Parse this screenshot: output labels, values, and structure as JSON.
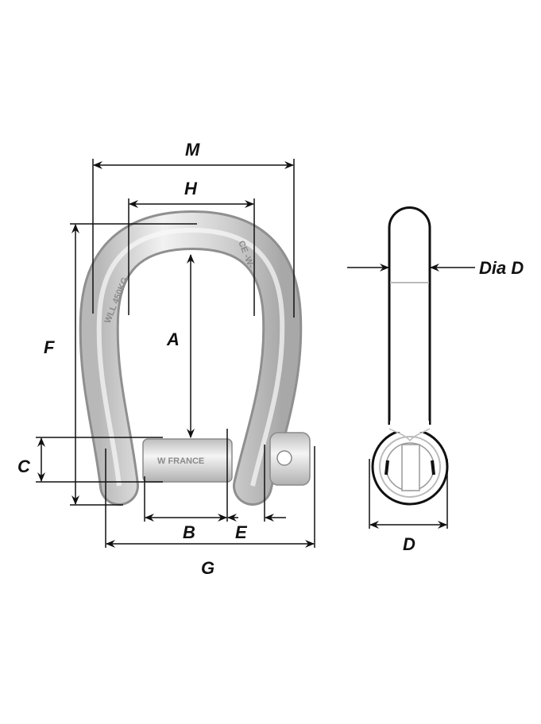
{
  "labels": {
    "M": "M",
    "H": "H",
    "F": "F",
    "A": "A",
    "C": "C",
    "B": "B",
    "E": "E",
    "G": "G",
    "dia_d": "Dia D",
    "D": "D"
  },
  "stamps": {
    "bow_left": "WLL 450KG",
    "bow_right": "CE -W-",
    "pin": "W FRANCE"
  },
  "colors": {
    "metal": "#d4d4d4",
    "metal_dark": "#9a9a9a",
    "line": "#111111"
  }
}
